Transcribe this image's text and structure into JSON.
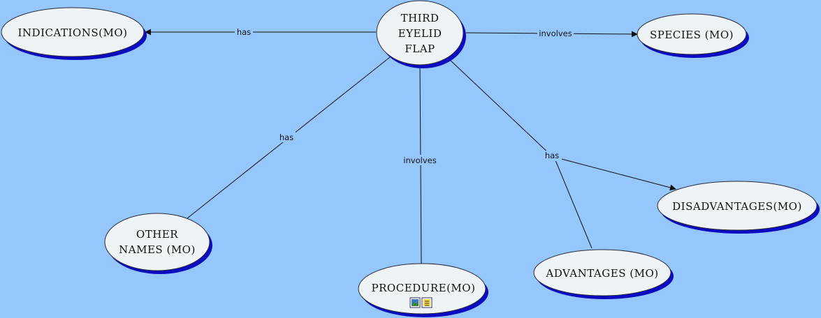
{
  "map": {
    "background": "#95c7fc",
    "node_fill": "#eef4f6",
    "node_shadow": "#0b0bc2",
    "edge_color": "#111111"
  },
  "nodes": {
    "center": {
      "lines": [
        "THIRD",
        "EYELID",
        "FLAP"
      ]
    },
    "indications": {
      "lines": [
        "INDICATIONS(MO)"
      ]
    },
    "species": {
      "lines": [
        "SPECIES (MO)"
      ]
    },
    "other_names": {
      "lines": [
        "OTHER",
        "NAMES (MO)"
      ]
    },
    "procedure": {
      "lines": [
        "PROCEDURE(MO)"
      ],
      "icons": [
        "image-icon",
        "document-icon"
      ]
    },
    "advantages": {
      "lines": [
        "ADVANTAGES (MO)"
      ]
    },
    "disadvantages": {
      "lines": [
        "DISADVANTAGES(MO)"
      ]
    }
  },
  "links": {
    "indications": "has",
    "species": "involves",
    "other_names": "has",
    "procedure": "involves",
    "advantages_disadvantages": "has"
  }
}
